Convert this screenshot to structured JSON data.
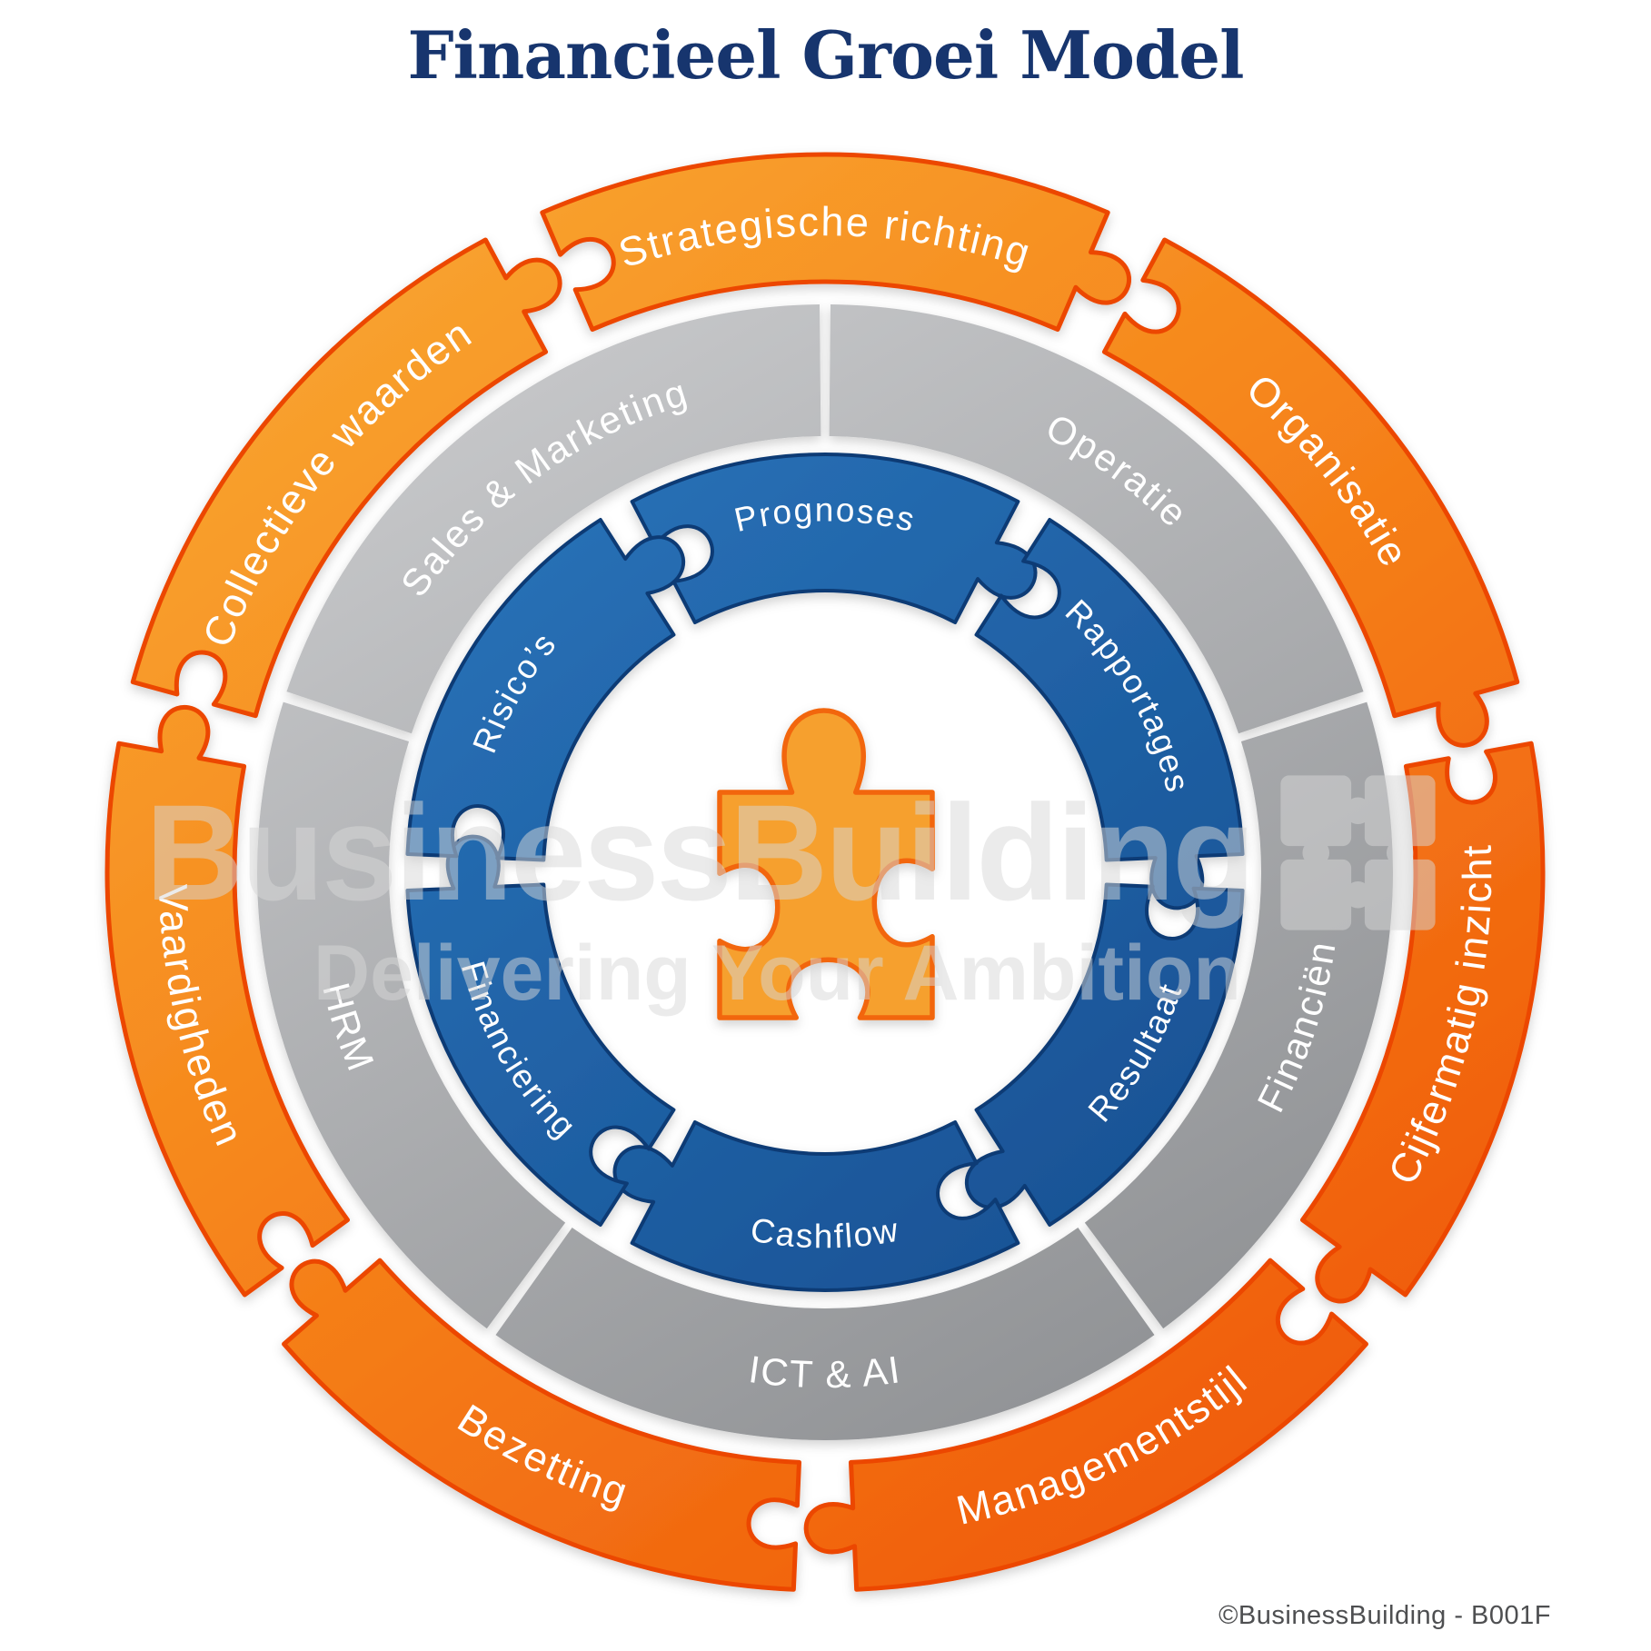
{
  "title": "Financieel Groei Model",
  "watermark": {
    "line1": "BusinessBuilding",
    "line2": "Delivering Your Ambition",
    "logo_icon": "puzzle-grid-icon"
  },
  "copyright": "©BusinessBuilding - B001F",
  "center": {
    "icon": "puzzle-piece-icon"
  },
  "rings": {
    "outer": {
      "name": "outer-orange-ring",
      "items": [
        {
          "label": "Strategische richting"
        },
        {
          "label": "Organisatie"
        },
        {
          "label": "Cijfermatig inzicht"
        },
        {
          "label": "Managementstijl"
        },
        {
          "label": "Bezetting"
        },
        {
          "label": "Vaardigheden"
        },
        {
          "label": "Collectieve waarden"
        }
      ]
    },
    "middle": {
      "name": "middle-gray-ring",
      "items": [
        {
          "label": "Operatie"
        },
        {
          "label": "Financiën"
        },
        {
          "label": "ICT & AI"
        },
        {
          "label": "HRM"
        },
        {
          "label": "Sales & Marketing"
        }
      ]
    },
    "inner": {
      "name": "inner-blue-ring",
      "items": [
        {
          "label": "Prognoses"
        },
        {
          "label": "Rapportages"
        },
        {
          "label": "Resultaat"
        },
        {
          "label": "Cashflow"
        },
        {
          "label": "Financiering"
        },
        {
          "label": "Risico’s"
        }
      ]
    }
  },
  "colors": {
    "title_navy": "#17356E",
    "orange_light": "#F9AB35",
    "orange_mid": "#F6871C",
    "orange_dark": "#EF5408",
    "orange_stroke": "#EC4700",
    "gray_light": "#CACBCD",
    "gray_dark": "#8E9093",
    "blue_light": "#2B77BD",
    "blue_dark": "#164E90",
    "blue_stroke": "#0B3B75",
    "center_fill": "#F6A02F",
    "center_stroke": "#F2660D",
    "label_text": "#FFFFFF",
    "watermark_gray": "#D8D8D8",
    "copyright_gray": "#4E4F51"
  }
}
